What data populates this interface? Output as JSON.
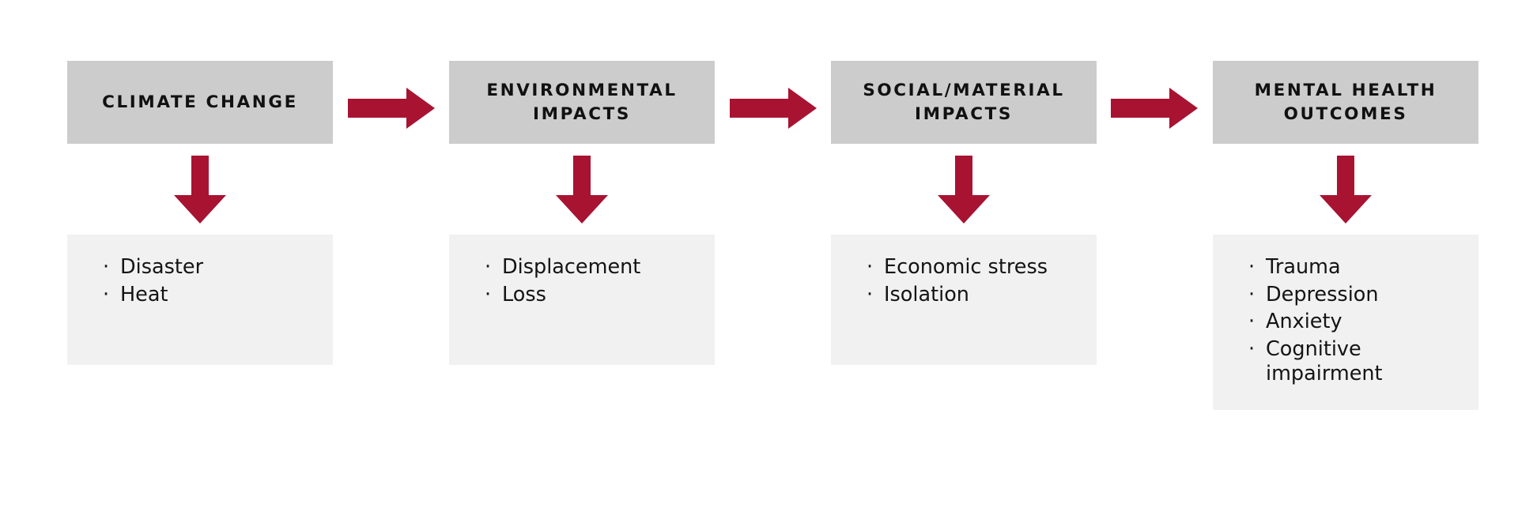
{
  "diagram": {
    "type": "flow",
    "title": "",
    "orientation": "left-to-right",
    "colors": {
      "header_box": "#cccccc",
      "detail_box": "#f1f1f1",
      "arrow": "#a81332",
      "text": "#141414",
      "background": "#ffffff"
    },
    "bullet_glyph": "·",
    "connector_icon_name": "right-arrow-icon",
    "step_icon_name": "down-arrow-icon",
    "stages": [
      {
        "id": "climate-change",
        "label": "CLIMATE CHANGE",
        "items": [
          "Disaster",
          "Heat"
        ]
      },
      {
        "id": "environmental-impacts",
        "label": "ENVIRONMENTAL\nIMPACTS",
        "items": [
          "Displacement",
          "Loss"
        ]
      },
      {
        "id": "social-material-impacts",
        "label": "SOCIAL/MATERIAL\nIMPACTS",
        "items": [
          "Economic stress",
          "Isolation"
        ]
      },
      {
        "id": "mental-health-outcomes",
        "label": "MENTAL HEALTH\nOUTCOMES",
        "items": [
          "Trauma",
          "Depression",
          "Anxiety",
          "Cognitive impairment"
        ]
      }
    ]
  }
}
